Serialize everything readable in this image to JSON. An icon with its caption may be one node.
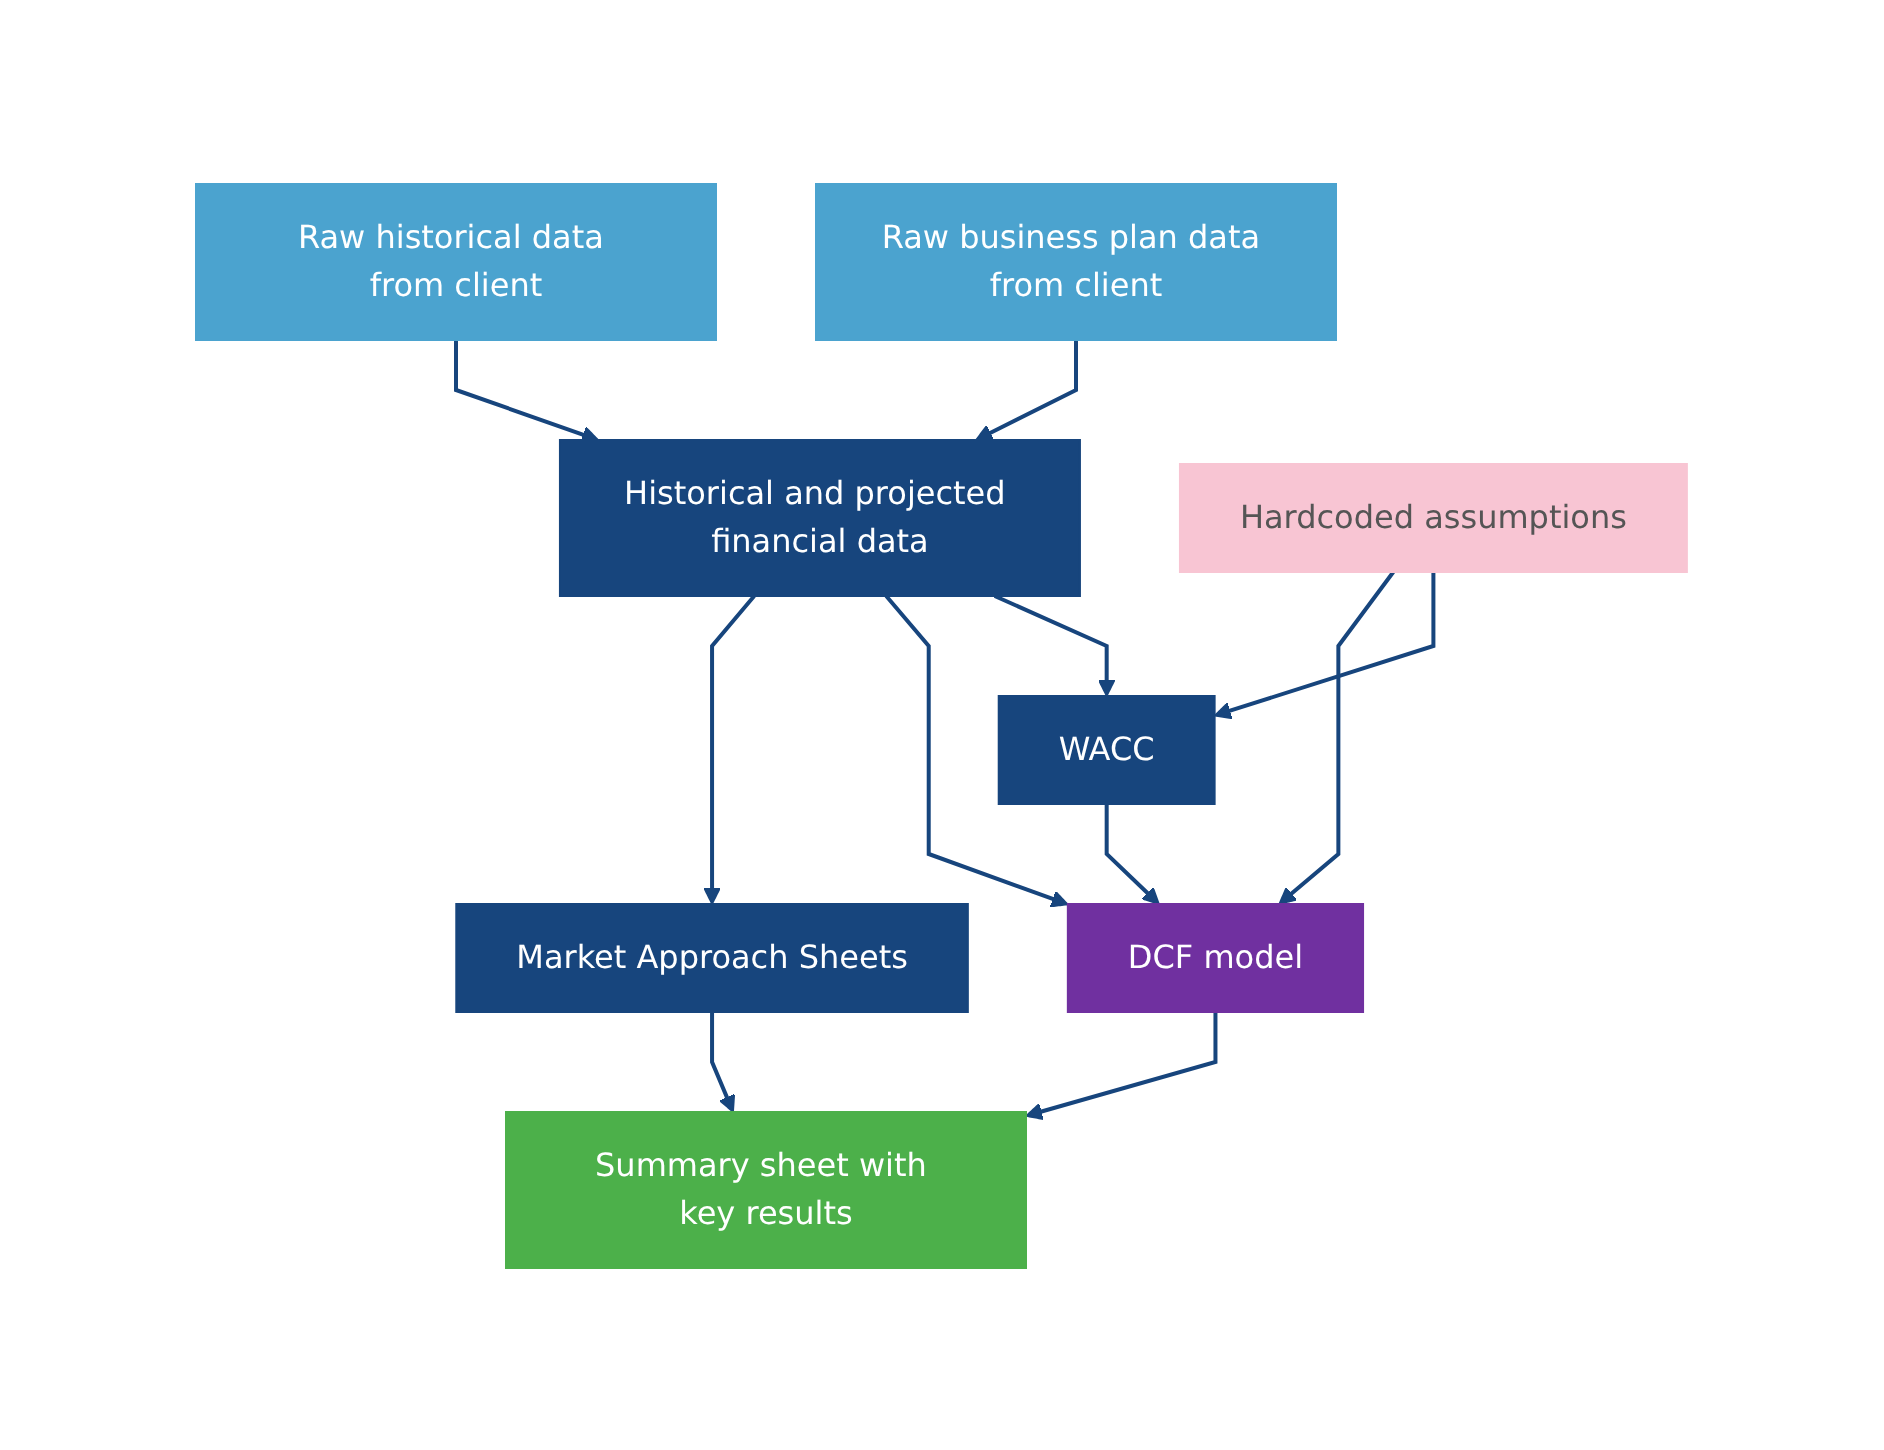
{
  "diagram": {
    "nodes": [
      {
        "text": [
          "Raw historical data from client"
        ]
      },
      {
        "text": [
          "Raw business plan data from client"
        ]
      },
      {
        "text": [
          "Historical and projected financial data"
        ]
      },
      {
        "text": [
          "Hardcoded assumptions"
        ]
      },
      {
        "text": [
          "DCF model"
        ]
      },
      {
        "text": [
          "WACC"
        ]
      },
      {
        "text": [
          "Market Approach Sheets"
        ]
      },
      {
        "text": [
          "Summary sheet with key results"
        ]
      }
    ],
    "edges": [
      {
        "from": 0,
        "to": 2,
        "arrow": "to"
      },
      {
        "from": 1,
        "to": 2,
        "arrow": "to"
      },
      {
        "from": 2,
        "to": 6,
        "arrow": "to"
      },
      {
        "from": 2,
        "to": 4,
        "arrow": "to"
      },
      {
        "from": 2,
        "to": 5,
        "arrow": "to"
      },
      {
        "from": 3,
        "to": 4,
        "arrow": "to"
      },
      {
        "from": 5,
        "to": 4,
        "arrow": "to"
      },
      {
        "from": 3,
        "to": 5,
        "arrow": "to"
      },
      {
        "from": 4,
        "to": 7,
        "arrow": "to"
      },
      {
        "from": 6,
        "to": 7,
        "arrow": "to"
      }
    ]
  }
}
